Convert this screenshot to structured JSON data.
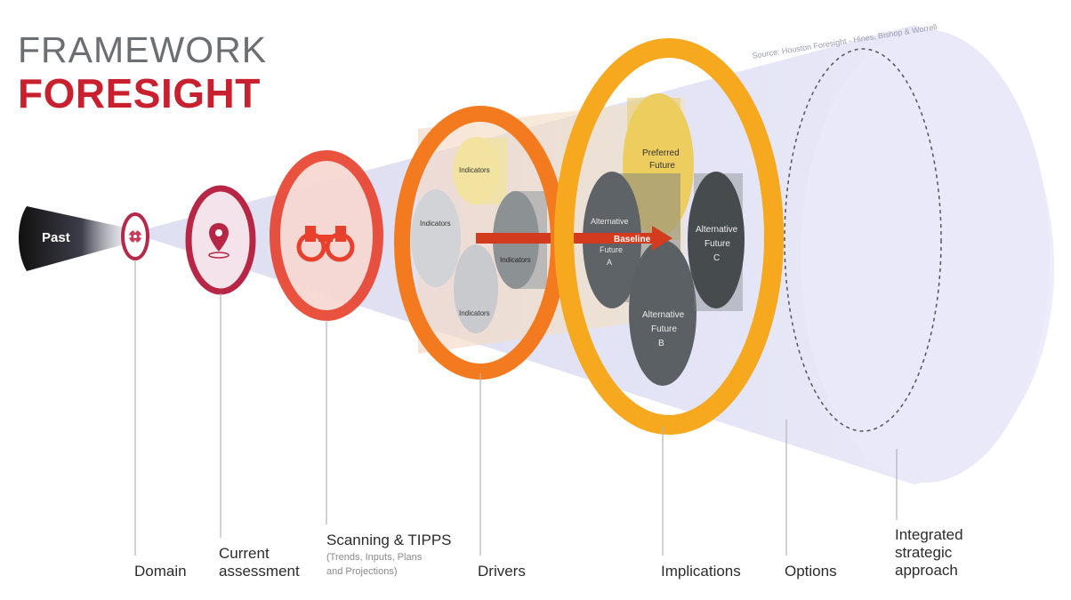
{
  "title": {
    "line1": "FRAMEWORK",
    "line2": "FORESIGHT"
  },
  "source": "Source: Houston Foresight - Hines, Bishop & Worrell",
  "stages": {
    "past": "Past",
    "domain": "Domain",
    "current_1": "Current",
    "current_2": "assessment",
    "scanning": "Scanning & TIPPS",
    "scanning_sub_1": "(Trends, Inputs, Plans",
    "scanning_sub_2": "and Projections)",
    "drivers": "Drivers",
    "implications": "Implications",
    "options": "Options",
    "integrated_1": "Integrated",
    "integrated_2": "strategic",
    "integrated_3": "approach"
  },
  "indicators": [
    "Indicators",
    "Indicators",
    "Indicators",
    "Indicators"
  ],
  "futures": {
    "preferred_1": "Preferred",
    "preferred_2": "Future",
    "alt_a_1": "Alternative",
    "alt_a_2": "Future",
    "alt_a_3": "A",
    "alt_b_1": "Alternative",
    "alt_b_2": "Future",
    "alt_b_3": "B",
    "alt_c_1": "Alternative",
    "alt_c_2": "Future",
    "alt_c_3": "C",
    "baseline": "Baseline"
  },
  "colors": {
    "domain": "#b5294b",
    "current": "#b72644",
    "scanning": "#e8402c",
    "drivers": "#f47a20",
    "implications": "#f6a81e",
    "title_red": "#c8202f",
    "title_gray": "#6b6f73",
    "cone": "#dcdcf5"
  }
}
